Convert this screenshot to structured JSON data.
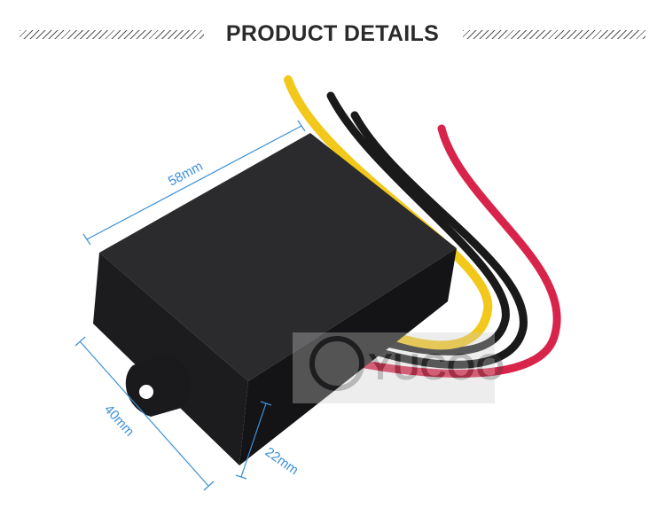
{
  "header": {
    "title": "PRODUCT DETAILS"
  },
  "dimensions": {
    "length": "58mm",
    "width": "40mm",
    "height": "22mm"
  },
  "watermark": "YUCOO",
  "colors": {
    "dimension_line": "#3a8fd8",
    "housing": "#1c1c1e",
    "wire_yellow": "#f2c81a",
    "wire_red": "#d8244a",
    "wire_black": "#1a1a1a"
  }
}
